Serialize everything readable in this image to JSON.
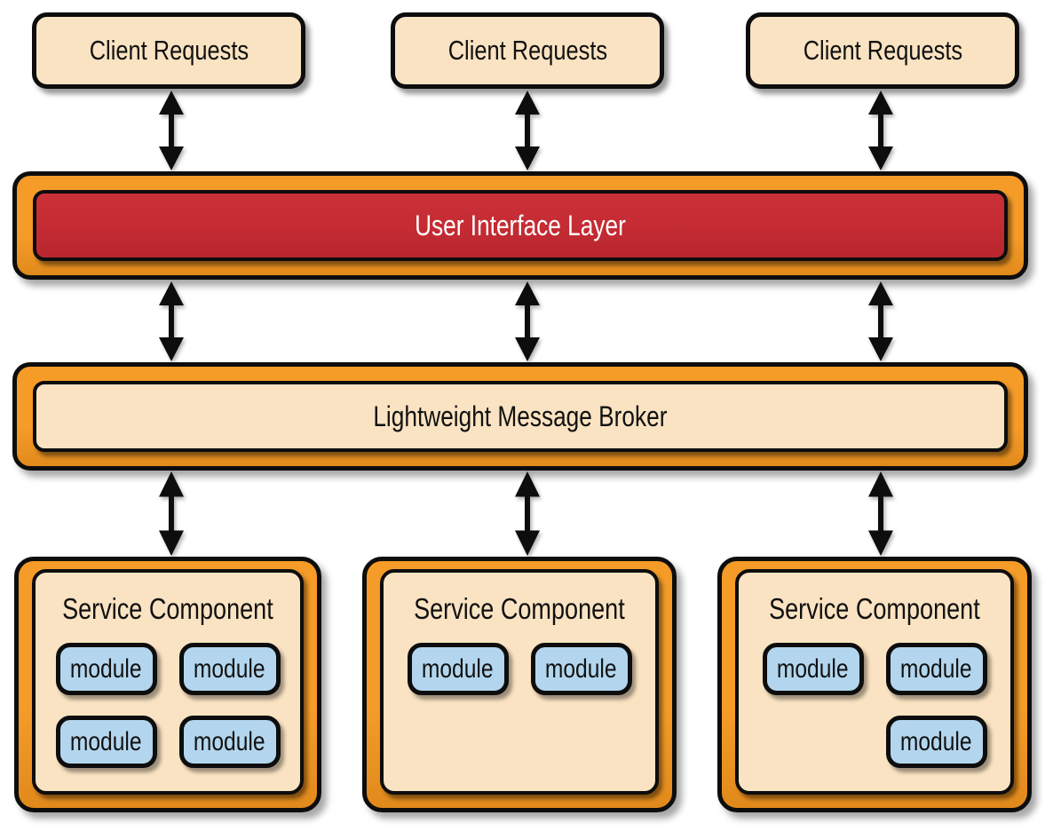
{
  "clients": [
    {
      "label": "Client Requests"
    },
    {
      "label": "Client Requests"
    },
    {
      "label": "Client Requests"
    }
  ],
  "ui_layer": {
    "label": "User Interface Layer"
  },
  "broker": {
    "label": "Lightweight Message Broker"
  },
  "service_components": [
    {
      "title": "Service Component",
      "modules": [
        "module",
        "module",
        "module",
        "module"
      ]
    },
    {
      "title": "Service Component",
      "modules": [
        "module",
        "module"
      ]
    },
    {
      "title": "Service Component",
      "modules": [
        "module",
        "module",
        "module"
      ]
    }
  ],
  "colors": {
    "orange": "#F49B28",
    "orange_deep": "#E18A1C",
    "red": "#C42B33",
    "cream": "#FAE3C2",
    "blue": "#B3D6EE",
    "outline": "#0D0D0D",
    "text": "#111111",
    "ui_text": "#FFFFFF"
  }
}
